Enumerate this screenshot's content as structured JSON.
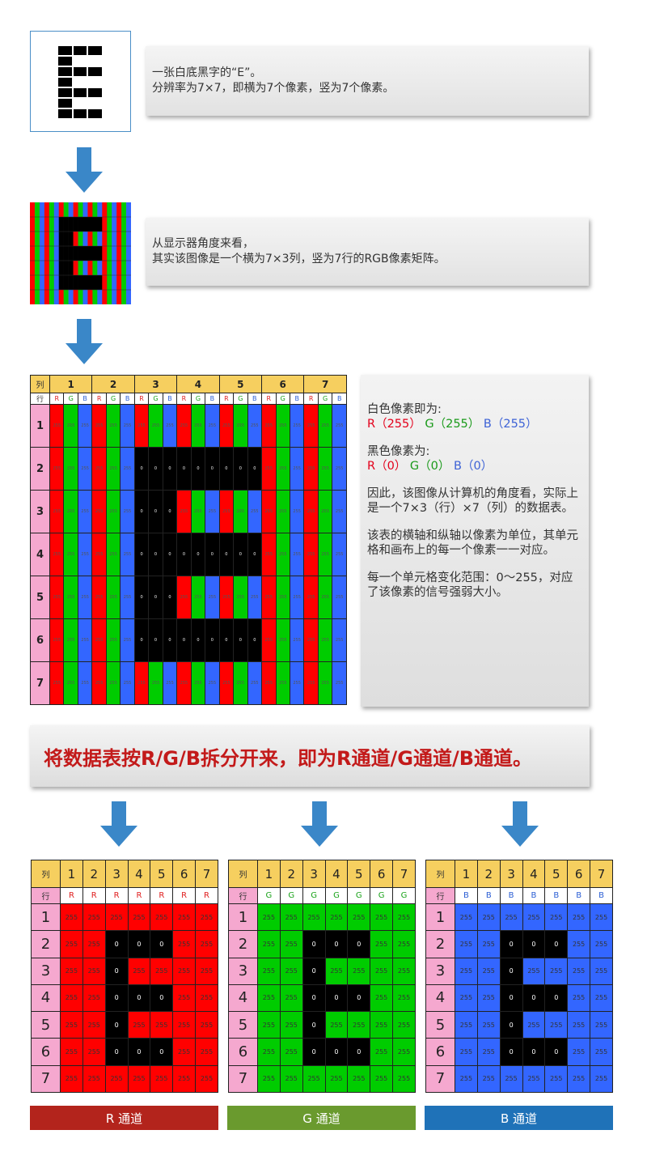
{
  "colors": {
    "red": "#ff0000",
    "green": "#00cc00",
    "blue": "#3366ff",
    "black": "#000000",
    "header": "#f6cf5f",
    "row_header": "#f5a8cf"
  },
  "e_pattern": [
    [
      1,
      1,
      1,
      0,
      0,
      0,
      0
    ],
    [
      1,
      0,
      0,
      0,
      0,
      0,
      0
    ],
    [
      1,
      1,
      1,
      0,
      0,
      0,
      0
    ],
    [
      1,
      0,
      0,
      0,
      0,
      0,
      0
    ],
    [
      1,
      1,
      1,
      0,
      0,
      0,
      0
    ]
  ],
  "e_mask": [
    [
      0,
      0,
      0,
      0,
      0,
      0,
      0
    ],
    [
      0,
      0,
      1,
      1,
      1,
      0,
      0
    ],
    [
      0,
      0,
      1,
      0,
      0,
      0,
      0
    ],
    [
      0,
      0,
      1,
      1,
      1,
      0,
      0
    ],
    [
      0,
      0,
      1,
      0,
      0,
      0,
      0
    ],
    [
      0,
      0,
      1,
      1,
      1,
      0,
      0
    ],
    [
      0,
      0,
      0,
      0,
      0,
      0,
      0
    ]
  ],
  "step1": {
    "line1": "一张白底黑字的“E”。",
    "line2": "分辨率为7×7，即横为7个像素，竖为7个像素。"
  },
  "step2": {
    "line1": "从显示器角度来看，",
    "line2": "其实该图像是一个横为7×3列，竖为7行的RGB像素矩阵。"
  },
  "table": {
    "col_label": "列",
    "row_label": "行",
    "columns": [
      "1",
      "2",
      "3",
      "4",
      "5",
      "6",
      "7"
    ],
    "subs": [
      "R",
      "G",
      "B"
    ],
    "rows": [
      "1",
      "2",
      "3",
      "4",
      "5",
      "6",
      "7"
    ],
    "white_value": "255",
    "black_value": "0"
  },
  "info": {
    "white_title": "白色像素即为:",
    "white_r": "R（255）",
    "white_g": "G（255）",
    "white_b": "B（255）",
    "black_title": "黑色像素为:",
    "black_r": "R（0）",
    "black_g": "G（0）",
    "black_b": "B（0）",
    "p3": "因此，该图像从计算机的角度看，实际上是一个7×3（行）×7（列）的数据表。",
    "p4": "该表的横轴和纵轴以像素为单位，其单元格和画布上的每一个像素一一对应。",
    "p5": "每一个单元格变化范围：0～255，对应了该像素的信号强弱大小。"
  },
  "banner": "将数据表按R/G/B拆分开来，即为R通道/G通道/B通道。",
  "channels": [
    {
      "sub": "R",
      "label": "R 通道",
      "color": "#ff0000",
      "sub_color": "#e02020",
      "label_bg": "#b3241c"
    },
    {
      "sub": "G",
      "label": "G 通道",
      "color": "#00cc00",
      "sub_color": "#1aa31a",
      "label_bg": "#6a9a2e"
    },
    {
      "sub": "B",
      "label": "B 通道",
      "color": "#3366ff",
      "sub_color": "#2c5fd4",
      "label_bg": "#1f72b8"
    }
  ]
}
